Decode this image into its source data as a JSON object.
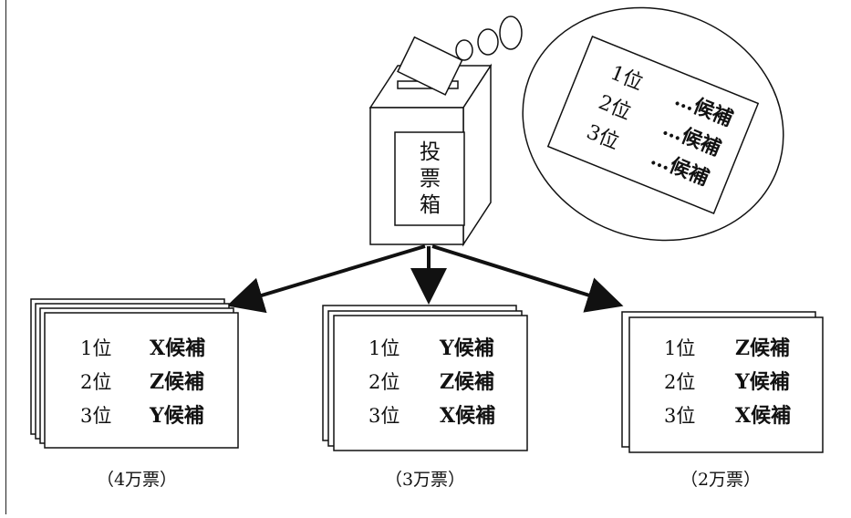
{
  "ballot_box": {
    "label_chars": [
      "投",
      "票",
      "箱"
    ]
  },
  "thought_bubble": {
    "rows": [
      {
        "rank": "1位",
        "candidate": ""
      },
      {
        "rank": "2位",
        "candidate": "…候補"
      },
      {
        "rank": "3位",
        "candidate": "…候補"
      },
      {
        "rank": "",
        "candidate": "…候補"
      }
    ],
    "first_row_candidate": "…候補"
  },
  "groups": [
    {
      "rows": [
        {
          "rank": "1位",
          "candidate": "X候補"
        },
        {
          "rank": "2位",
          "candidate": "Z候補"
        },
        {
          "rank": "3位",
          "candidate": "Y候補"
        }
      ],
      "count": "（4万票）"
    },
    {
      "rows": [
        {
          "rank": "1位",
          "candidate": "Y候補"
        },
        {
          "rank": "2位",
          "candidate": "Z候補"
        },
        {
          "rank": "3位",
          "candidate": "X候補"
        }
      ],
      "count": "（3万票）"
    },
    {
      "rows": [
        {
          "rank": "1位",
          "candidate": "Z候補"
        },
        {
          "rank": "2位",
          "candidate": "Y候補"
        },
        {
          "rank": "3位",
          "candidate": "X候補"
        }
      ],
      "count": "（2万票）"
    }
  ]
}
